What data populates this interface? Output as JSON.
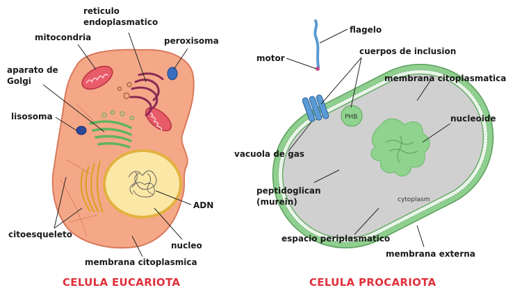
{
  "eukaryote": {
    "title": "CELULA EUCARIOTA",
    "labels": {
      "reticulo_line1": "reticulo",
      "reticulo_line2": "endoplasmatico",
      "mitocondria": "mitocondria",
      "peroxisoma": "peroxisoma",
      "golgi_line1": "aparato de",
      "golgi_line2": "Golgi",
      "lisosoma": "lisosoma",
      "adn": "ADN",
      "citoesqueleto": "citoesqueleto",
      "nucleo": "nucleo",
      "membrana": "membrana citoplasmica"
    }
  },
  "prokaryote": {
    "title": "CELULA PROCARIOTA",
    "labels": {
      "flagelo": "flagelo",
      "motor": "motor",
      "cuerpos": "cuerpos de inclusion",
      "membrana_cito": "membrana citoplasmatica",
      "nucleoide": "nucleoide",
      "vacuola": "vacuola de gas",
      "phb": "PHB",
      "peptido_line1": "peptidoglican",
      "peptido_line2": "(murein)",
      "cytoplasm": "cytoplasm",
      "periplasmatico": "espacio periplasmatico",
      "externa": "membrana externa"
    }
  },
  "colors": {
    "title_red": "#e0303a",
    "euk_cell_fill": "#f4a888",
    "nucleus_fill": "#fbe7a6",
    "pro_wall": "#8fcf8f",
    "pro_cyto": "#d0d0d0",
    "nucleoid": "#8fd38f"
  }
}
